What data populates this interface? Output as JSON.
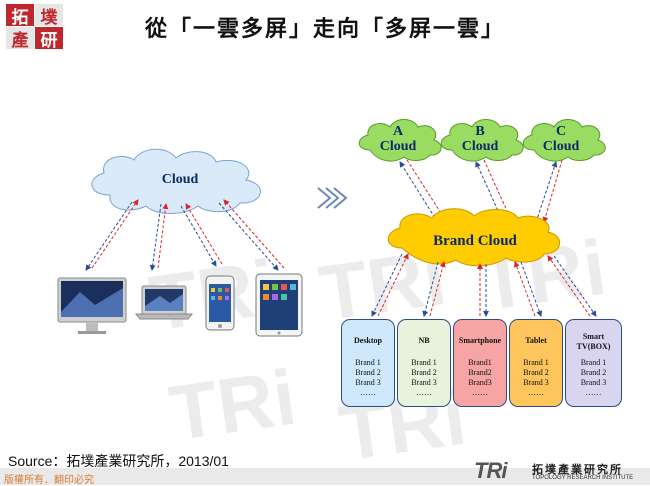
{
  "header": {
    "logo_chars": [
      "拓",
      "墣",
      "產",
      "研"
    ],
    "logo_colors": [
      "#c0272d",
      "#e6e6e6",
      "#e6e6e6",
      "#c0272d"
    ],
    "title": "從「一雲多屏」走向「多屏一雲」"
  },
  "watermark": "TRi",
  "left_cloud": {
    "label": "Cloud",
    "color": "#dbeaf8"
  },
  "devices": [
    {
      "icon": "desktop-monitor-icon"
    },
    {
      "icon": "laptop-icon"
    },
    {
      "icon": "smartphone-icon"
    },
    {
      "icon": "tablet-icon"
    }
  ],
  "arrow_icon": "triple-chevron-right-icon",
  "top_clouds": [
    {
      "label_line1": "A",
      "label_line2": "Cloud"
    },
    {
      "label_line1": "B",
      "label_line2": "Cloud"
    },
    {
      "label_line1": "C",
      "label_line2": "Cloud"
    }
  ],
  "top_cloud_color": "#9adb62",
  "brand_cloud": {
    "label": "Brand Cloud",
    "color": "#ffcc00"
  },
  "brand_boxes": [
    {
      "title": "Desktop",
      "brands": [
        "Brand 1",
        "Brand 2",
        "Brand 3",
        "……"
      ],
      "color": "#cfe8fb"
    },
    {
      "title": "NB",
      "brands": [
        "Brand 1",
        "Brand 2",
        "Brand 3",
        "……"
      ],
      "color": "#e7f3dc"
    },
    {
      "title": "Smartphone",
      "brands": [
        "Brand1",
        "Brand2",
        "Brand3",
        "……"
      ],
      "color": "#f6a4a4"
    },
    {
      "title": "Tablet",
      "brands": [
        "Brand 1",
        "Brand 2",
        "Brand 3",
        "……"
      ],
      "color": "#fdc55c"
    },
    {
      "title": "Smart TV(BOX)",
      "brands": [
        "Brand 1",
        "Brand 2",
        "Brand 3",
        "……"
      ],
      "color": "#d9d4f0"
    }
  ],
  "source": "Source：拓墣產業研究所，2013/01",
  "footer": {
    "copyright": "版權所有．翻印必究",
    "tri_logo": "TRi",
    "tri_cn": "拓墣產業研究所",
    "tri_en": "TOPOLOGY RESEARCH INSTITUTE"
  },
  "colors": {
    "arrow_red": "#d9262b",
    "arrow_blue": "#2a4b9b"
  }
}
